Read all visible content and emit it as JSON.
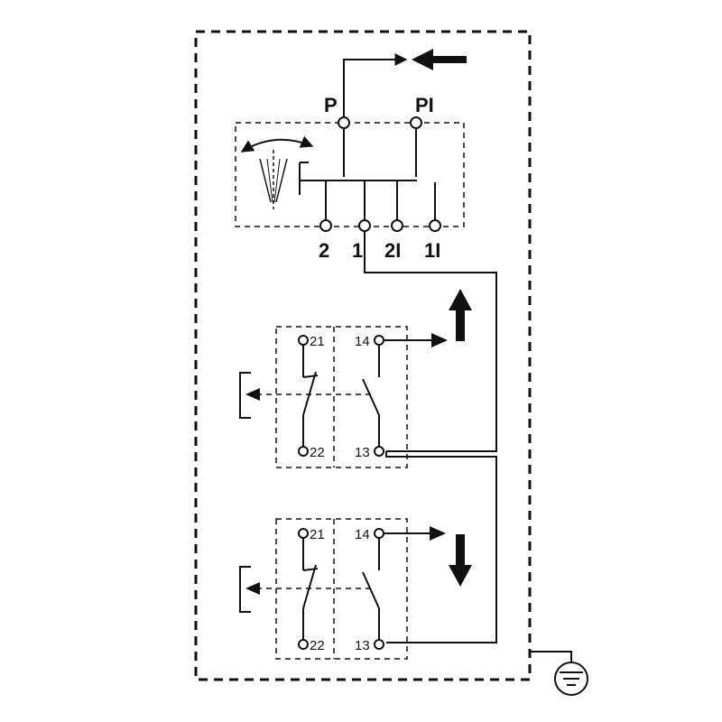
{
  "valve": {
    "port_p": "P",
    "port_pi": "PI",
    "port_2": "2",
    "port_1": "1",
    "port_2i": "2I",
    "port_1i": "1I"
  },
  "switch_upper": {
    "t21": "21",
    "t22": "22",
    "t14": "14",
    "t13": "13"
  },
  "switch_lower": {
    "t21": "21",
    "t22": "22",
    "t14": "14",
    "t13": "13"
  },
  "colors": {
    "line": "#111111",
    "background": "#ffffff"
  }
}
